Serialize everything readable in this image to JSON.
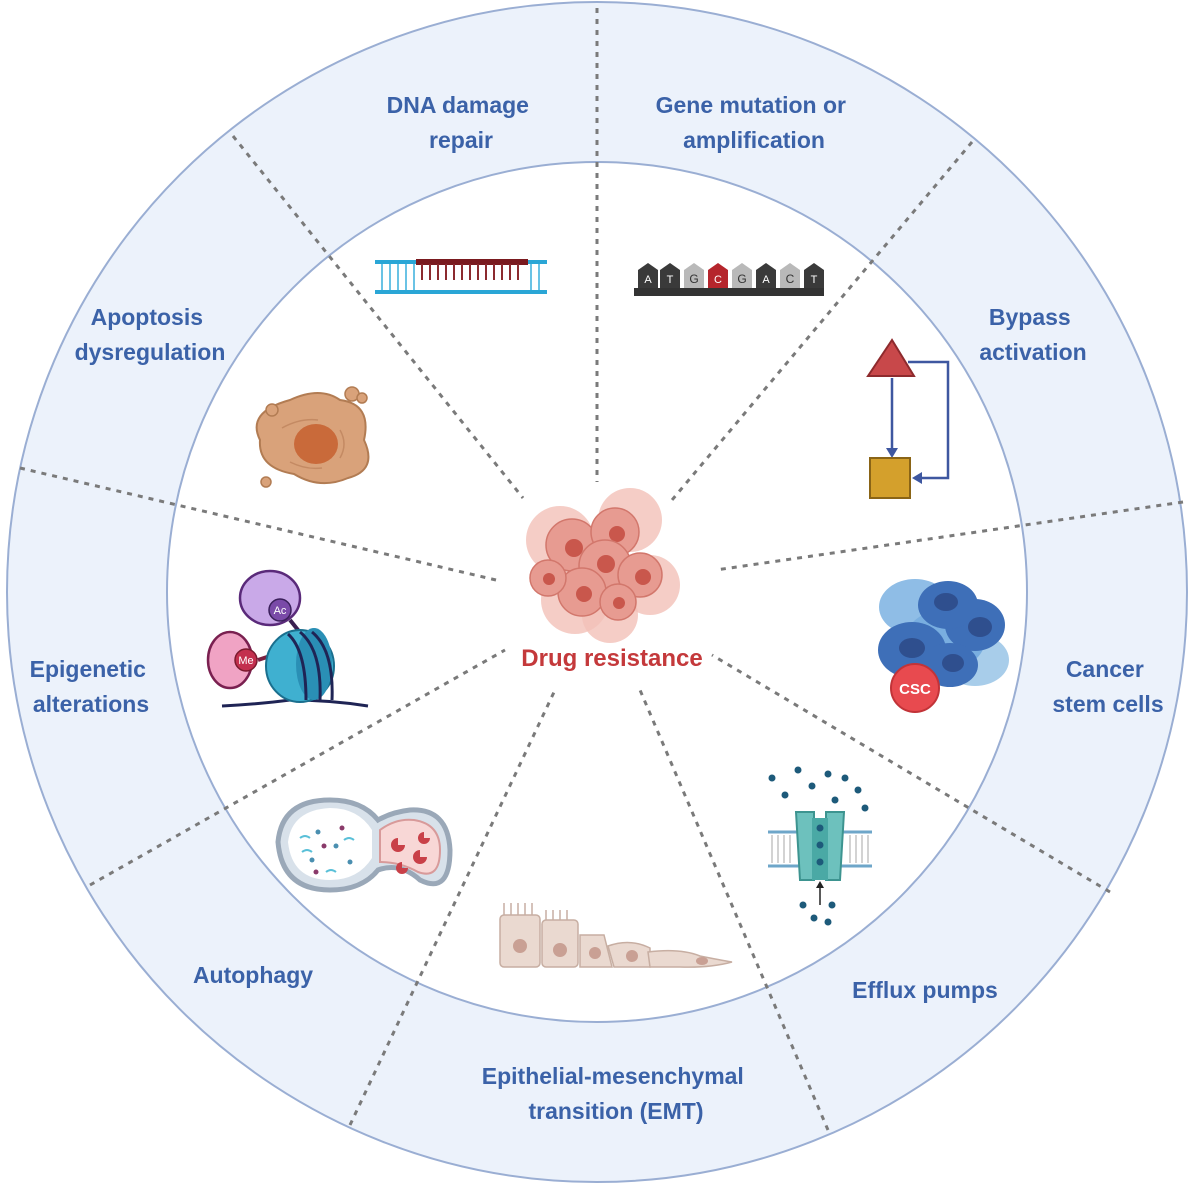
{
  "center": {
    "label": "Drug resistance"
  },
  "segments": [
    {
      "id": "dna",
      "line1": "DNA damage",
      "line2": "repair"
    },
    {
      "id": "gene",
      "line1": "Gene mutation or",
      "line2": "amplification"
    },
    {
      "id": "bypass",
      "line1": "Bypass",
      "line2": "activation"
    },
    {
      "id": "csc",
      "line1": "Cancer",
      "line2": "stem cells"
    },
    {
      "id": "efflux",
      "line1": "Efflux pumps",
      "line2": ""
    },
    {
      "id": "emt",
      "line1": "Epithelial-mesenchymal",
      "line2": "transition (EMT)"
    },
    {
      "id": "autophagy",
      "line1": "Autophagy",
      "line2": ""
    },
    {
      "id": "epigenetic",
      "line1": "Epigenetic",
      "line2": "alterations"
    },
    {
      "id": "apoptosis",
      "line1": "Apoptosis",
      "line2": "dysregulation"
    }
  ],
  "icon_text": {
    "dna_bases": [
      "A",
      "T",
      "G",
      "C",
      "G",
      "A",
      "C",
      "T"
    ],
    "acetyl": "Ac",
    "methyl": "Me",
    "csc": "CSC"
  },
  "colors": {
    "label_blue": "#3b62a8",
    "center_red": "#c4393b",
    "ring_fill": "#ecf2fb",
    "ring_stroke": "#9aaed3"
  }
}
